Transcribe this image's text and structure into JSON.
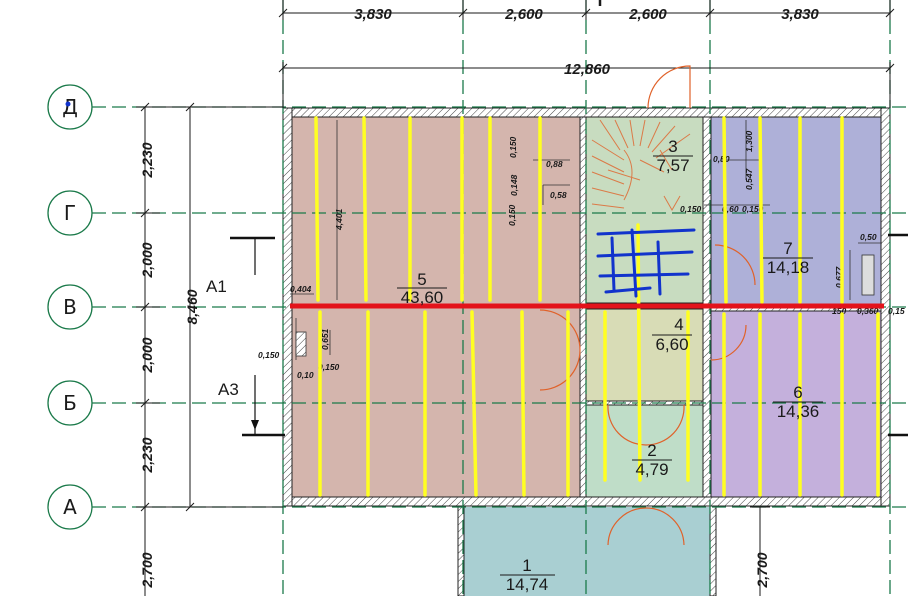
{
  "top_dims": [
    "3,830",
    "2,600",
    "2,600",
    "3,830"
  ],
  "overall_width": "12,860",
  "overall_height": "8,460",
  "left_dims": [
    "2,230",
    "2,000",
    "2,000",
    "2,230",
    "2,700"
  ],
  "right_bottom_dim": "2,700",
  "axes": [
    "Д",
    "Г",
    "В",
    "Б",
    "А"
  ],
  "sections": [
    "А1",
    "А3"
  ],
  "rooms": [
    {
      "num": "1",
      "area": "14,74"
    },
    {
      "num": "2",
      "area": "4,79"
    },
    {
      "num": "3",
      "area": "7,57"
    },
    {
      "num": "4",
      "area": "6,60"
    },
    {
      "num": "5",
      "area": "43,60"
    },
    {
      "num": "6",
      "area": "14,36"
    },
    {
      "num": "7",
      "area": "14,18"
    }
  ],
  "small_dims": {
    "d_0_88": "0,88",
    "d_0_58": "0,58",
    "d_0_150a": "0,150",
    "d_0_148": "0,148",
    "d_0_150b": "0,150",
    "d_4_401": "4,401",
    "d_0_50a": "0,50",
    "d_1_300": "1,300",
    "d_0_547": "0,547",
    "d_0_150c": "0,150",
    "d_0_60": "0,60",
    "d_0_150d": "0,150",
    "d_0_50b": "0,50",
    "d_0_677": "0,677",
    "d_0_404": "0,404",
    "d_0_150e": "0,150",
    "d_0_651": "0,651",
    "d_0_10": "0,10",
    "d_0_150f": "0,150",
    "d_150": "150",
    "d_0_360": "0,360",
    "d_0_15": "0,15"
  },
  "colors": {
    "room5": "#d4b5ad",
    "room3": "#c8dcc0",
    "room7": "#aeb0d8",
    "room6": "#c4b0dc",
    "room4": "#d8dcb6",
    "room2": "#bfddc8",
    "room1": "#a9cfd2",
    "axis_line": "#1b7a4a",
    "heating_lines": "#ffff22",
    "red_line": "#e3131b",
    "blue_lines": "#1133cc",
    "orange": "#e0622a"
  }
}
